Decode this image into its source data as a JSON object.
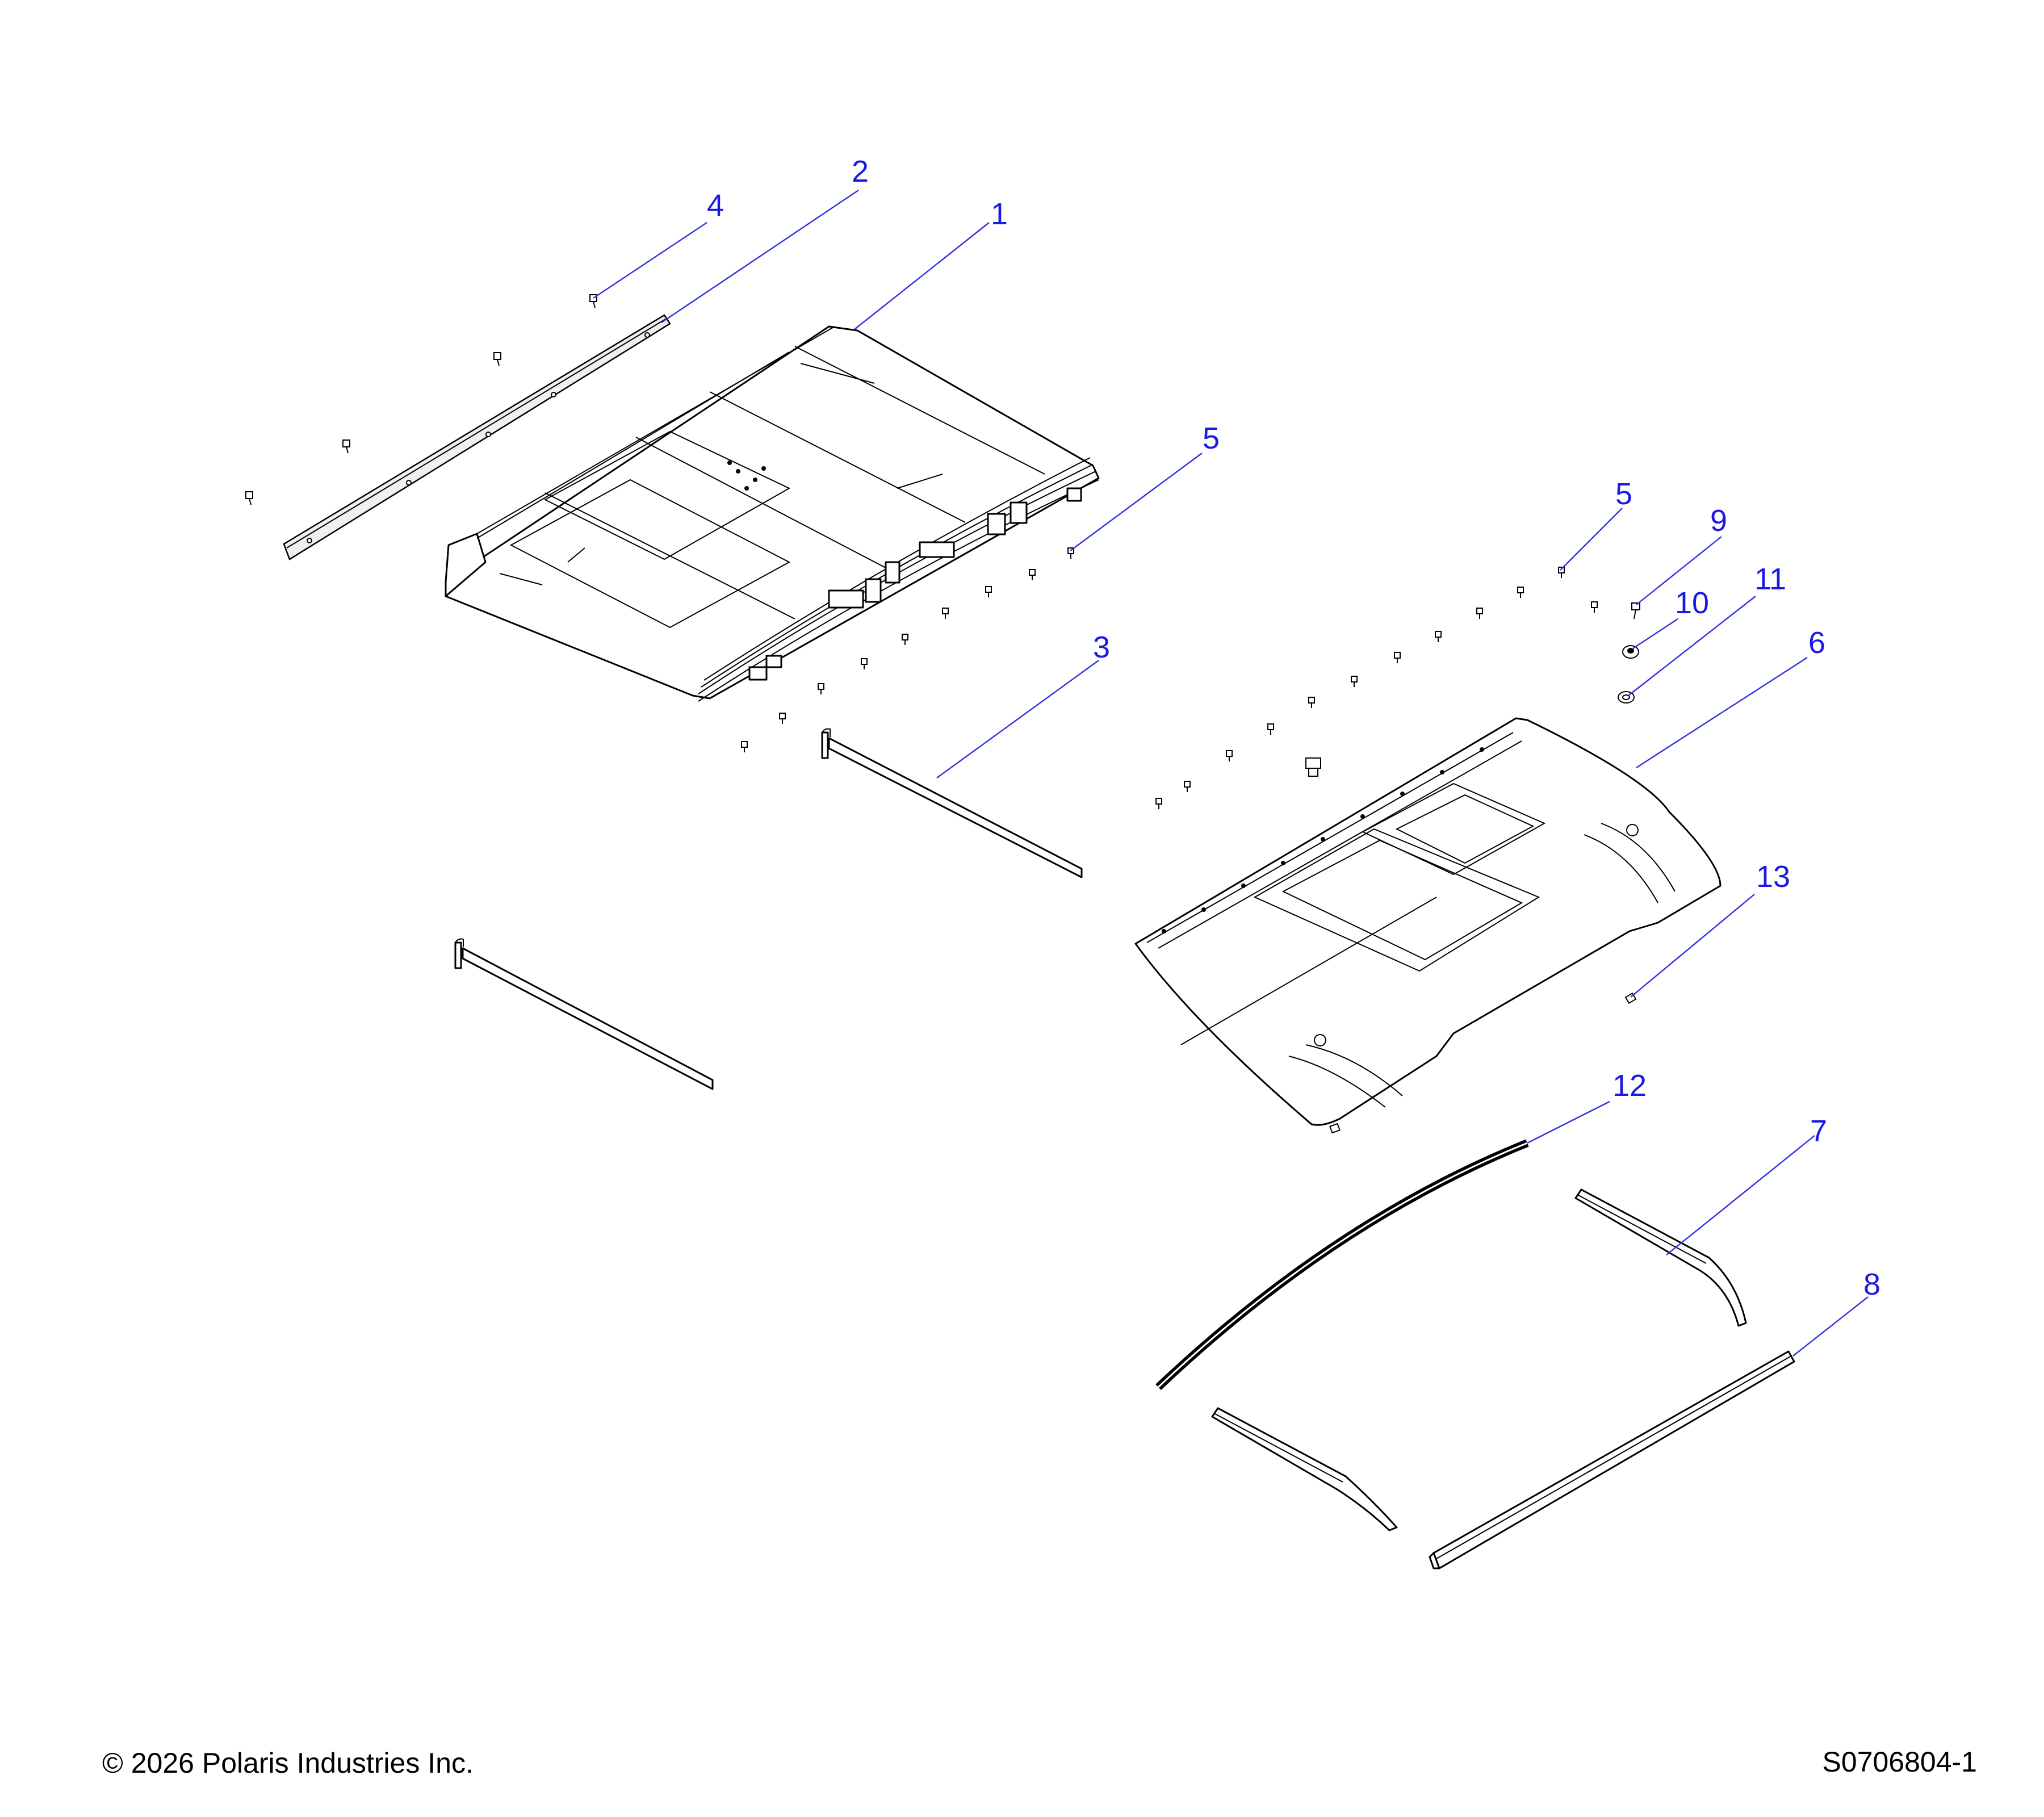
{
  "callouts": [
    {
      "id": "1",
      "label": "1"
    },
    {
      "id": "2",
      "label": "2"
    },
    {
      "id": "3",
      "label": "3"
    },
    {
      "id": "4",
      "label": "4"
    },
    {
      "id": "5a",
      "label": "5"
    },
    {
      "id": "5b",
      "label": "5"
    },
    {
      "id": "6",
      "label": "6"
    },
    {
      "id": "7",
      "label": "7"
    },
    {
      "id": "8",
      "label": "8"
    },
    {
      "id": "9",
      "label": "9"
    },
    {
      "id": "10",
      "label": "10"
    },
    {
      "id": "11",
      "label": "11"
    },
    {
      "id": "12",
      "label": "12"
    },
    {
      "id": "13",
      "label": "13"
    }
  ],
  "footer": {
    "copyright": "© 2026 Polaris Industries Inc.",
    "diagram_id": "S0706804-1"
  },
  "colors": {
    "callout": "#1a1ae6",
    "leader": "#3030e0",
    "line_art": "#000000",
    "background": "#ffffff"
  }
}
